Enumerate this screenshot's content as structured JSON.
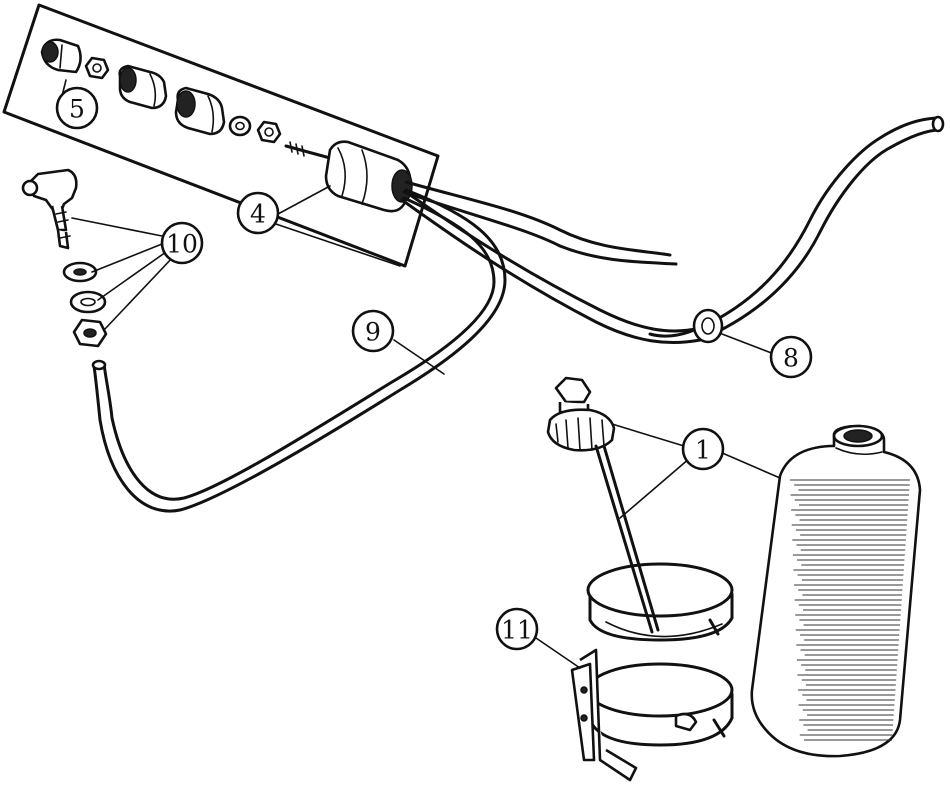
{
  "callouts": {
    "c1": "1",
    "c4": "4",
    "c5": "5",
    "c8": "8",
    "c9": "9",
    "c10": "10",
    "c11": "11"
  }
}
